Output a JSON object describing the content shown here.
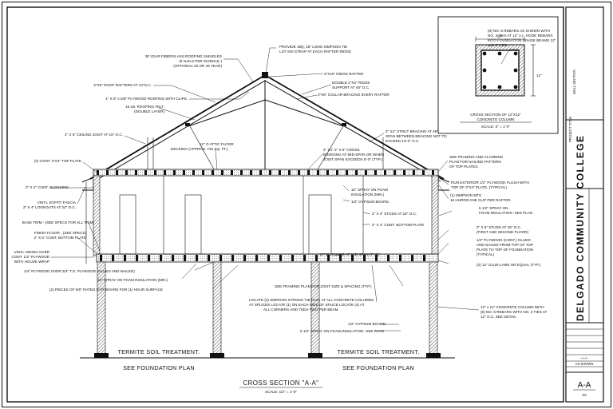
{
  "labels": {
    "l01": "PROVIDE 18Q, 18\" LONG SIMPSON TIE",
    "l02": "LST A00 STRAP AT EACH RAFTER RIDGE",
    "l03": "30 YEAR FIBERGLASS ROOFING SHINGLES",
    "l04": "(5 NAILS PER SHINGLE )",
    "l05": "(OPTIONAL 20 OR 25 YEAR)",
    "l06": "2\"X10\" RIDGE RAFTER",
    "l07": "2\"X6\" ROOF RAFTERS AT 24\"O.C.",
    "l08": "DOUBLE 2\"X4\" RIDGE",
    "l09": "SUPPORT AT 48\" O.C.",
    "l10": "4\" X 8\" x 5/8\" PLYWOOD ROOFING WITH CLIPS.",
    "l11": "2\"X6\" COLLAR BRACING EVERY RAFTER",
    "l12": "15 LB. ROOFING FELT.",
    "l13": "(DOUBLE LAYER)",
    "l14": "2\" X 6\" CEILING JOIST AT 16\" O.C.",
    "l15": "2\" X4\" STRUT BRACING AT 48\" O.C.",
    "l16": "SPAN BETWEEN BRACING NOT TO",
    "l17": "EXCEED 13'-0\" O.C.",
    "l18": "(2) CONT. 2\"X4\" TOP PLATE",
    "l19": "12\" O ATTIC FLOOR",
    "l20": "DECKING (APPROX. 720 SQ. FT.)",
    "l21": "2\" X4\" 2\" X 6\" CROSS",
    "l22": "BRIDGING AT MID-SPAN OR WHEN",
    "l23": "JOIST SPAN EXCEEDS 8'-0\" (TYP.)",
    "l24": "SEE FRAMING AND CLADDING",
    "l25": "PLAN FOR NAILING PATTERN",
    "l26": "OF TOP PLATES.",
    "l27": "2\" X 4\" CONT. BLOCKING",
    "l28": "RUN EXTERIOR 1/2\" PLYWOOD FLUSH WITH",
    "l29": "TOP OF 2\"X4\" PLATE. (TYPICAL)",
    "l30": "VINYL SOFFIT FASCIA",
    "l31": "2\" X 4\" LOOKOUTS AT 24\" O.C.",
    "l32": "10\" SPRAY ON FOAM",
    "l33": "INSULATION (MIN.)",
    "l34": "1/2\" GYPSUM BOARD.",
    "l35": "(1) SIMPSON MTS",
    "l36": "16 HURRICANE CLIP PER RAFTER.",
    "l37": "5 1/2\" SPRAY ON",
    "l38": "FOAM INSULATION -SEE PLAN",
    "l39": "2\" X 4\" STUDS AT 16\" O.C.",
    "l40": "BASE TRIM - (SEE SPECS FOR ALL TRIM)",
    "l41": "2\" X 4\" CONT. BOTTOM PLATE",
    "l42": "FINISH FLOOR - (SEE SPECS)",
    "l43": "2\" X 6\" CONT. BOTTOM PLATE",
    "l44": "2\" X 6\" STUDS AT 16\" O.C.",
    "l45": "(FIRST AND SECOND FLOOR)",
    "l46": "1/2\" PLYWOOD (CONT.) GLUED",
    "l47": "AND NAILED FROM TOP OF TOP",
    "l48": "PLATE TO TOP OF FOUNDATION",
    "l49": "(TYPICAL)",
    "l50": "VINYL SIDING OVER",
    "l51": "CONT. 1/2\" PLYWOOD",
    "l52": "WITH HOUSE WRAP",
    "l53": "12\" BLOCKING AT MID-SPAN (TYP.)",
    "l54": "(2) 12\" GLUE-LAMS OR EQUAL (TYP.)",
    "l55": "1/4\" PLYWOOD OVER 3/4\" T.G. PLYWOOD (GLUED AND NAILED)",
    "l56": "10\" SPRAY ON FOAM INSULATION (MIN.)",
    "l57": "SEE FRAMING PLAN FOR JOIST SIZE & SPACING (TYP.)",
    "l58": "(2) PIECES OF 5/8\" RATED GYP. BOARD FOR (1) HOUR SURFACE",
    "l59": "LOCATE (2) SIMPSON STRONG TIE PAS1 AT ALL CONCRETE COLUMNS",
    "l60": "AT SPLICES LOCATE (1) ON EACH SIDE OF SPLICE LOCATE (4) AT",
    "l61": "ALL CORNERS AND TEES-TWO PER BEAM.",
    "l62": "12\" x 12\" CONCRETE COLUMN WITH",
    "l63": "(8) NO. 6 REBARS WITH NO. 3 TIES AT",
    "l64": "12\" O.C. SEE DETAIL",
    "l65": "1/2\" GYPSUM BOARD.",
    "l66": "5 1/2\" SPRAY ON FOAM INSULATION -SEE PLAN"
  },
  "termite_left": "TERMITE SOIL TREATMENT.",
  "termite_right": "TERMITE SOIL TREATMENT.",
  "foundation_left": "SEE FOUNDATION PLAN",
  "foundation_right": "SEE FOUNDATION PLAN",
  "section_title": "CROSS SECTION \"A-A\"",
  "section_scale": "SCALE: 1/2\" = 1'-0\"",
  "column_detail": {
    "note1": "(8) NO. 6 REBARS AS SHOWN WITH",
    "note2": "NO. 3 TIES AT 12\" o.c. HOOK REBARS",
    "note3": "INTO FOUNDATION GRADE BEAMS 12\"",
    "note4": "with 8\" LEG.",
    "dim_top": "12\"",
    "dim_side": "12\"",
    "title1": "CROSS SECTION OF 12\"X12\"",
    "title2": "CONCRETE COLUMN",
    "scale": "SCALE: 3\" = 1'-0\""
  },
  "title_block": {
    "sheet_label": "WALL SECTION",
    "project_label": "PROJECT TITLE:",
    "college": "DELGADO COMMUNITY COLLEGE",
    "sheet_number": "A-A",
    "sheet_sub": "XX",
    "scale_value": "AS SHOWN",
    "date_value": "--/--/--"
  }
}
